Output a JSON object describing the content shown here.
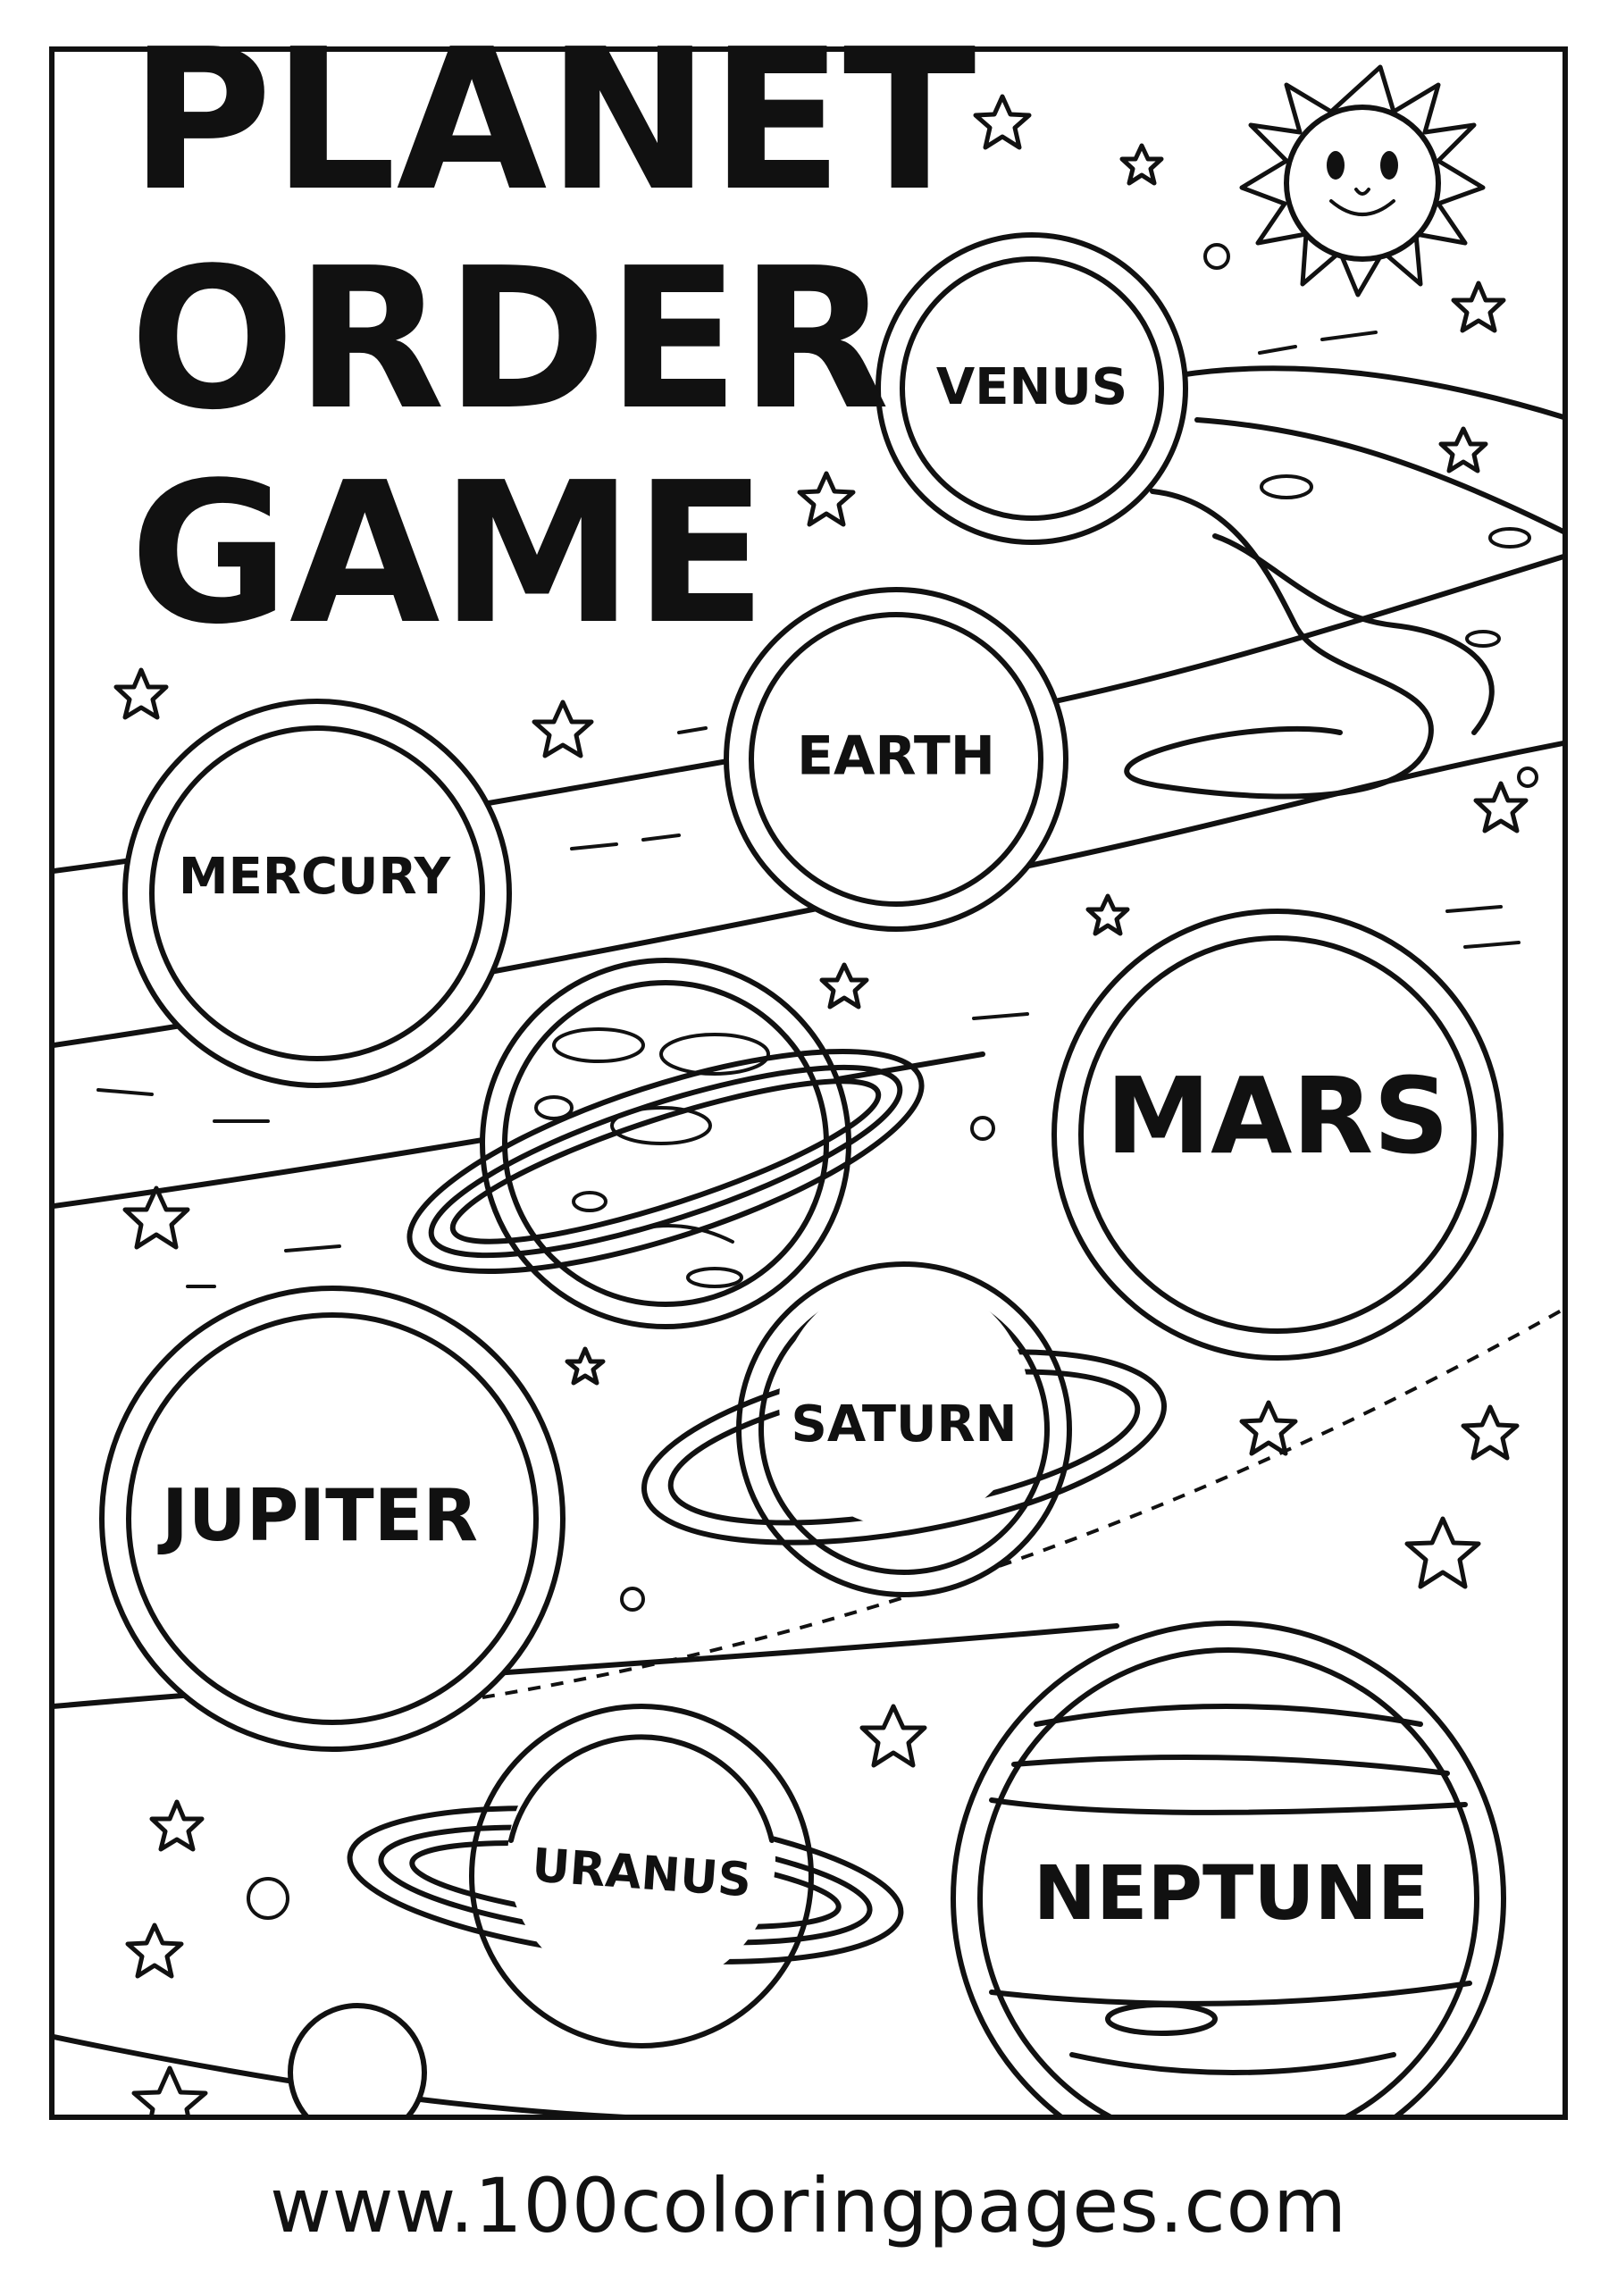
{
  "title": {
    "line1": "PLANET",
    "line2": "ORDER",
    "line3": "GAME"
  },
  "planets": {
    "venus": "VENUS",
    "earth": "EARTH",
    "mercury": "MERCURY",
    "mars": "MARS",
    "saturn": "SATURN",
    "jupiter": "JUPITER",
    "uranus": "URANUS",
    "neptune": "NEPTUNE"
  },
  "footer": {
    "url": "www.100coloringpages.com"
  },
  "icons": [
    "sun-icon",
    "star-icon",
    "ringed-planet-icon"
  ]
}
